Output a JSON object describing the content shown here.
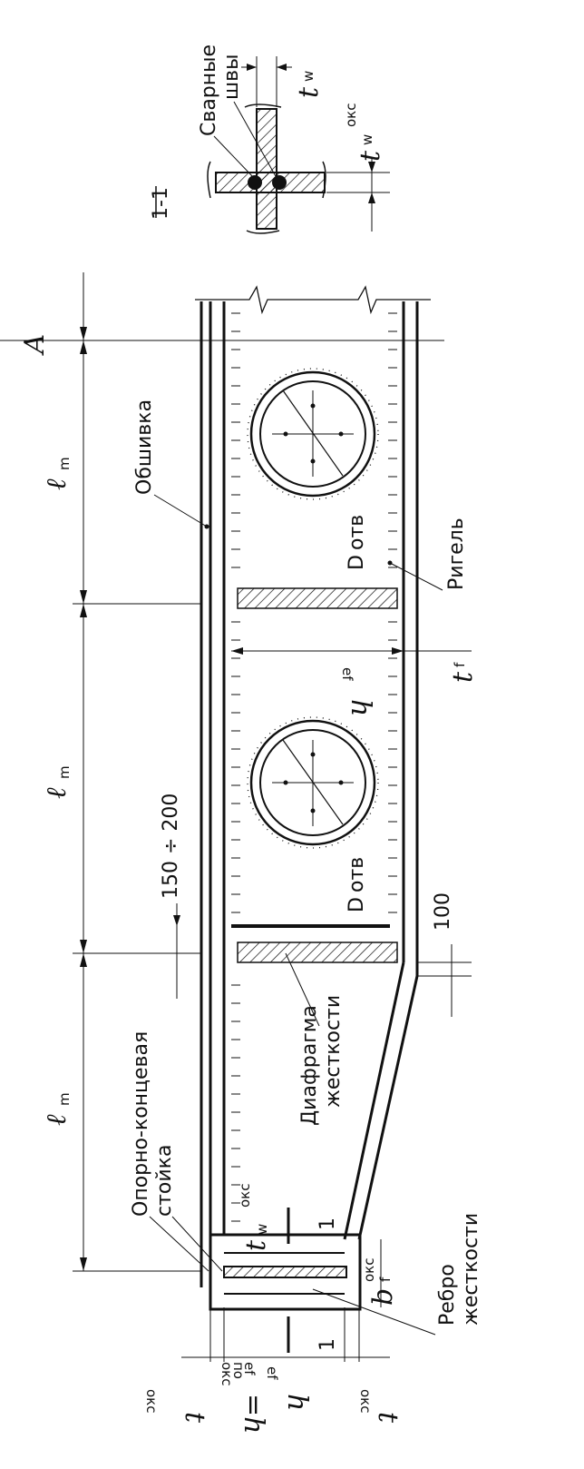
{
  "section": {
    "mark": "1-1",
    "welds_line1": "Сварные",
    "welds_line2": "швы",
    "tw_label": "t",
    "tw_sub": "w",
    "tw_sup": "окс",
    "tf_label": "t",
    "tf_sub": "w"
  },
  "beam": {
    "axis_symbol": "А",
    "panel_label": "ℓ",
    "panel_sub": "m",
    "sheathing": "Обшивка",
    "girder": "Ригель",
    "hole": "D",
    "hole_sub": "отв",
    "web_height": "h",
    "web_height_sub": "ef",
    "tf": "t",
    "tf_sub": "f",
    "dim_gap": "150 ÷ 200",
    "dim_100": "100",
    "diaphragm_line1": "Диафрагма",
    "diaphragm_line2": "жесткости",
    "support_post_line1": "Опорно-концевая",
    "support_post_line2": "стойка",
    "tw_okc": "t",
    "tw_okc_sub": "w",
    "tw_okc_sup": "окс",
    "section_cut": "1",
    "bf_okc": "b",
    "bf_okc_sub": "f",
    "bf_okc_sup": "окс",
    "rib_line1": "Ребро",
    "rib_line2": "жесткости",
    "bottom_t": "t",
    "bottom_t_sub": "окс",
    "bottom_h": "h",
    "bottom_h_sub": "ef",
    "bottom_h_eq": "=h",
    "bottom_h_sub2": "ef",
    "bottom_po": "по",
    "bottom_okc": "окс"
  }
}
